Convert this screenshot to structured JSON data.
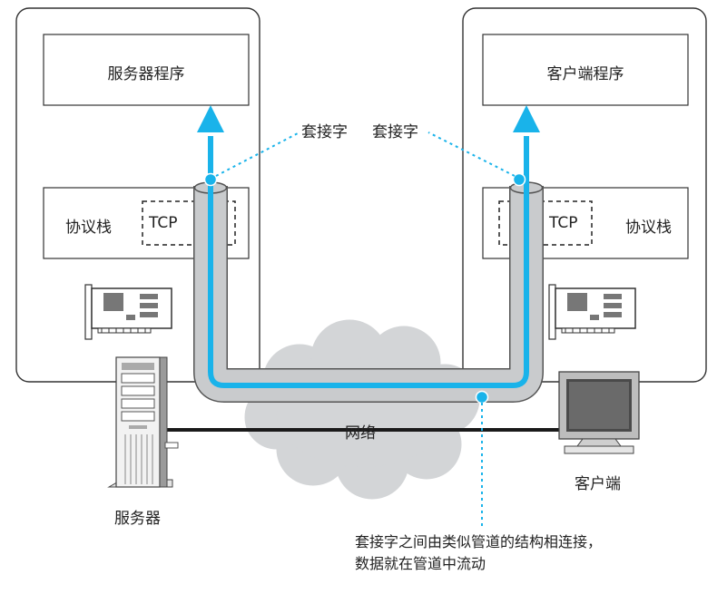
{
  "colors": {
    "pipe_fill": "#c9cbcd",
    "pipe_edge": "#555555",
    "flow": "#19b3ea",
    "cloud": "#d3d5d7"
  },
  "server": {
    "program": "服务器程序",
    "stack": "协议栈",
    "tcp": "TCP",
    "device": "服务器",
    "nic_icon": "network-card-icon",
    "device_icon": "server-tower-icon"
  },
  "client": {
    "program": "客户端程序",
    "stack": "协议栈",
    "tcp": "TCP",
    "device": "客户端",
    "nic_icon": "network-card-icon",
    "device_icon": "monitor-icon"
  },
  "socket_left": "套接字",
  "socket_right": "套接字",
  "network": "网络",
  "note": {
    "line1": "套接字之间由类似管道的结构相连接，",
    "line2": "数据就在管道中流动"
  }
}
